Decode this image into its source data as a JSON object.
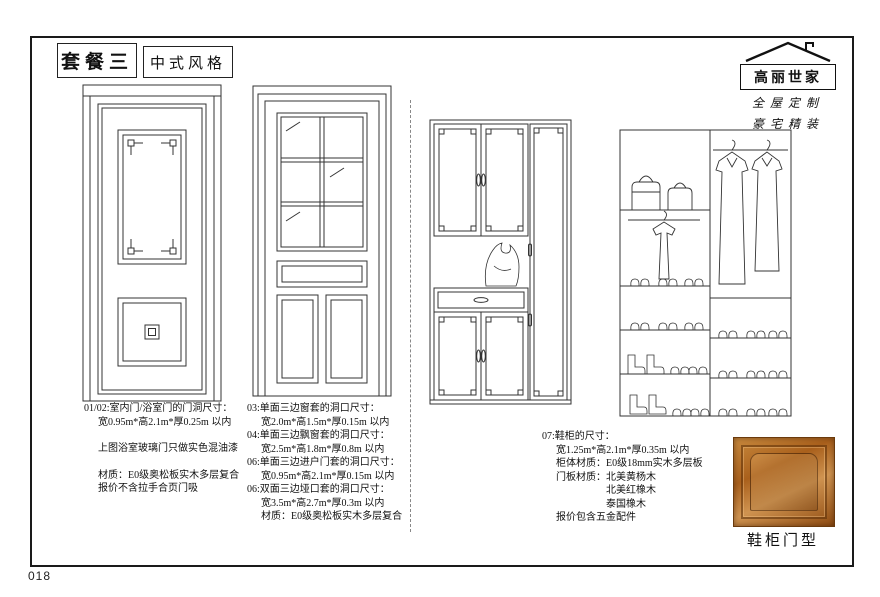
{
  "page_number": "018",
  "header": {
    "package_title": "套餐三",
    "style_label": "中式风格"
  },
  "logo": {
    "brand": "高丽世家",
    "tagline_line1": "全屋定制",
    "tagline_line2": "豪宅精装"
  },
  "notes_left": {
    "title": "01/02:室内门/浴室门的门洞尺寸：",
    "size": "宽0.95m*高2.1m*厚0.25m 以内",
    "remark": "上图浴室玻璃门只做实色混油漆",
    "material": "材质：E0级奥松板实木多层复合",
    "pricing": "报价不含拉手合页门吸"
  },
  "notes_middle": {
    "items": [
      {
        "title": "03:单面三边窗套的洞口尺寸：",
        "size": "宽2.0m*高1.5m*厚0.15m 以内"
      },
      {
        "title": "04:单面三边飘窗套的洞口尺寸：",
        "size": "宽2.5m*高1.8m*厚0.8m 以内"
      },
      {
        "title": "06:单面三边进户门套的洞口尺寸：",
        "size": "宽0.95m*高2.1m*厚0.15m 以内"
      },
      {
        "title": "06:双面三边垭口套的洞口尺寸：",
        "size": "宽3.5m*高2.7m*厚0.3m 以内"
      }
    ],
    "material": "材质：E0级奥松板实木多层复合"
  },
  "notes_right": {
    "title": "07:鞋柜的尺寸：",
    "size": "宽1.25m*高2.1m*厚0.35m 以内",
    "body_material": "柜体材质：E0级18mm实木多层板",
    "door_material": "门板材质：北美黄杨木",
    "door_wood_2": "北美红橡木",
    "door_wood_3": "泰国橡木",
    "hardware": "报价包含五金配件"
  },
  "door_sample": {
    "label": "鞋柜门型"
  },
  "colors": {
    "line": "#333333",
    "frame": "#1a1a1a",
    "wood_light": "#cf9350",
    "wood_mid": "#a9601c",
    "wood_dark": "#6b3a0c"
  }
}
